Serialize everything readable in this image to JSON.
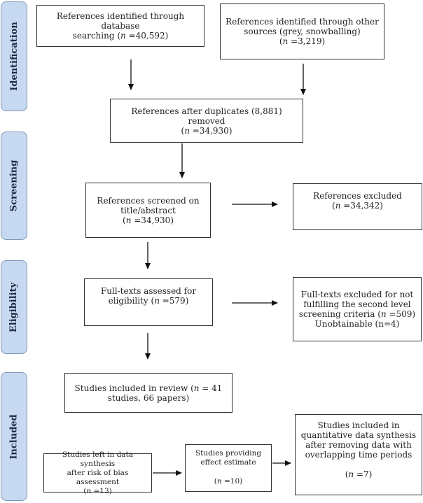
{
  "phases": {
    "identification": "Identification",
    "screening": "Screening",
    "eligibility": "Eligibility",
    "included": "Included"
  },
  "boxes": {
    "database": {
      "line1": "References identified through database",
      "line2_pre": "searching (",
      "n": "n",
      "line2_post": " =40,592)"
    },
    "other": {
      "line1": "References identified through other",
      "line2": "sources (grey, snowballing)",
      "line3_pre": "(",
      "n": "n",
      "line3_post": " =3,219)"
    },
    "duplicates": {
      "line1": "References after duplicates (8,881) removed",
      "line2_pre": "(",
      "n": "n",
      "line2_post": " =34,930)"
    },
    "screened": {
      "line1": "References screened on",
      "line2": "title/abstract",
      "line3_pre": "(",
      "n": "n",
      "line3_post": " =34,930)"
    },
    "excluded": {
      "line1": "References excluded",
      "line2_pre": "(",
      "n": "n",
      "line2_post": " =34,342)"
    },
    "fulltext": {
      "line1": "Full-texts assessed for",
      "line2_pre": "eligibility (",
      "n": "n",
      "line2_post": " =579)"
    },
    "fulltext_excluded": {
      "line1": "Full-texts excluded for not",
      "line2": "fulfilling the second level",
      "line3_pre": "screening criteria (",
      "n": "n",
      "line3_post": " =509)",
      "line4": "Unobtainable (n=4)"
    },
    "included_review": {
      "line1_pre": "Studies included in review (",
      "n": "n",
      "line1_post": " = 41",
      "line2": "studies, 66 papers)"
    },
    "bias": {
      "line1": "Studies left in data synthesis",
      "line2": "after risk of bias assessment",
      "line3_pre": "(",
      "n": "n",
      "line3_post": " =13)"
    },
    "effect": {
      "line1": "Studies providing",
      "line2": "effect estimate",
      "line3_pre": "(",
      "n": "n",
      "line3_post": " =10)"
    },
    "quant": {
      "line1": "Studies included in",
      "line2": "quantitative data synthesis",
      "line3": "after removing data with",
      "line4": "overlapping time periods",
      "line5_pre": "(",
      "n": "n",
      "line5_post": " =7)"
    }
  }
}
